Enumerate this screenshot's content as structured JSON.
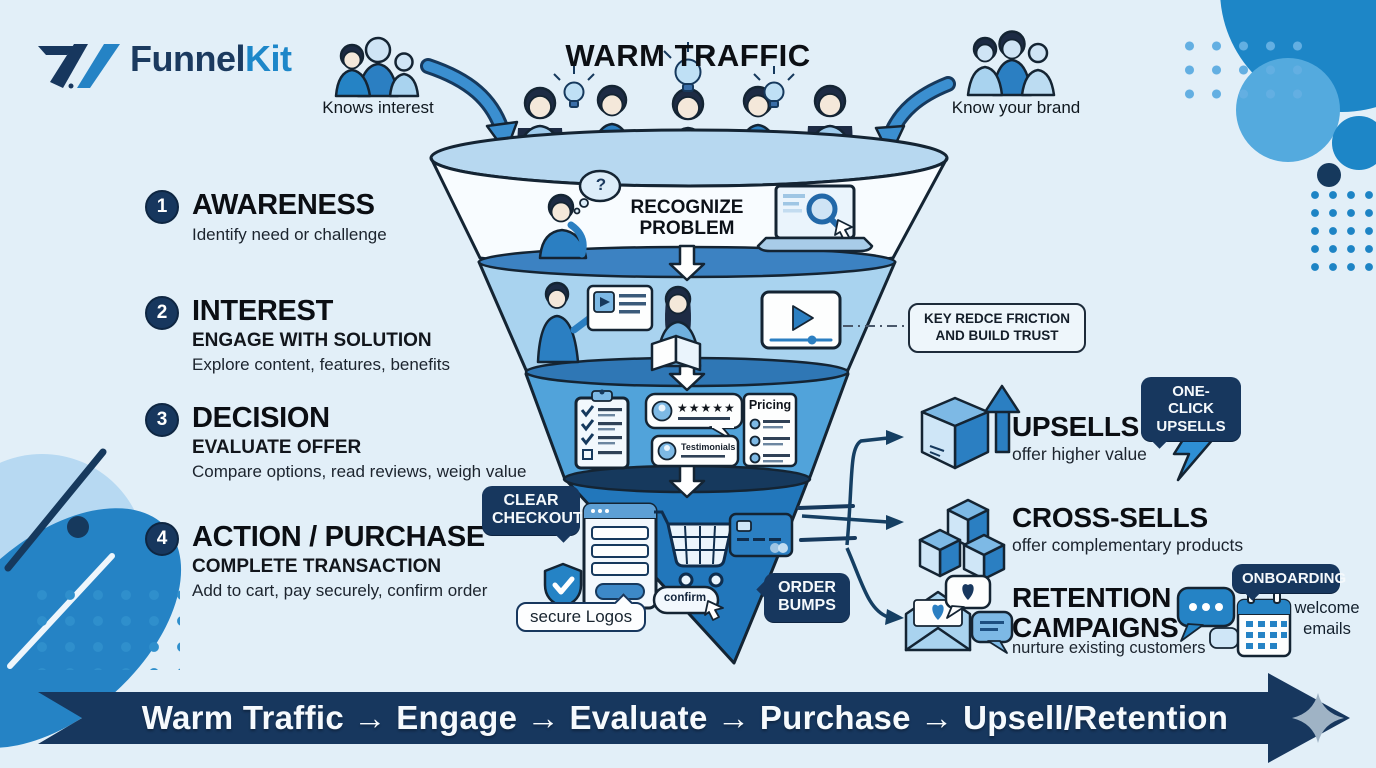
{
  "brand": {
    "wordmark_primary": "Funnel",
    "wordmark_secondary": "Kit"
  },
  "header": {
    "title": "WARM TRAFFIC",
    "left_caption": "Knows interest",
    "right_caption": "Know your brand"
  },
  "stages": [
    {
      "number": "1",
      "title": "AWARENESS",
      "description": "Identify need or challenge"
    },
    {
      "number": "2",
      "title": "INTEREST",
      "subtitle": "ENGAGE WITH SOLUTION",
      "description": "Explore content, features, benefits"
    },
    {
      "number": "3",
      "title": "DECISION",
      "subtitle": "EVALUATE OFFER",
      "description": "Compare options, read reviews, weigh value"
    },
    {
      "number": "4",
      "title": "ACTION / PURCHASE",
      "subtitle": "COMPLETE TRANSACTION",
      "description": "Add to cart, pay securely, confirm order"
    }
  ],
  "funnel": {
    "stage1_label_line1": "RECOGNIZE",
    "stage1_label_line2": "PROBLEM",
    "question_mark": "?",
    "review_stars": "★★★★★",
    "testimonials_label": "Testimonials",
    "pricing_label": "Pricing",
    "confirm_label": "confirm"
  },
  "callouts": {
    "trust_line1": "KEY REDCE FRICTION",
    "trust_line2": "AND BUILD TRUST",
    "clear_checkout_line1": "CLEAR",
    "clear_checkout_line2": "CHECKOUT",
    "secure_logos": "secure Logos",
    "order_bumps_line1": "ORDER",
    "order_bumps_line2": "BUMPS",
    "one_click_line1": "ONE-CLICK",
    "one_click_line2": "UPSELLS",
    "onboarding": "ONBOARDING",
    "welcome_line1": "welcome",
    "welcome_line2": "emails"
  },
  "outcomes": [
    {
      "title": "UPSELLS",
      "description": "offer higher value"
    },
    {
      "title": "CROSS-SELLS",
      "description": "offer complementary products"
    },
    {
      "title": "RETENTION",
      "title2": "CAMPAIGNS",
      "description": "nurture existing customers"
    }
  ],
  "banner": {
    "text": "Warm Traffic → Engage → Evaluate → Purchase → Upsell/Retention"
  },
  "colors": {
    "navy": "#17375e",
    "blue": "#2583c5",
    "mid_blue": "#2b7fc2",
    "light_blue": "#a9d3ef",
    "pale_bg": "#e2eff8",
    "white": "#ffffff",
    "text": "#0c0f14",
    "gray_diamond": "#9fb3c5"
  }
}
